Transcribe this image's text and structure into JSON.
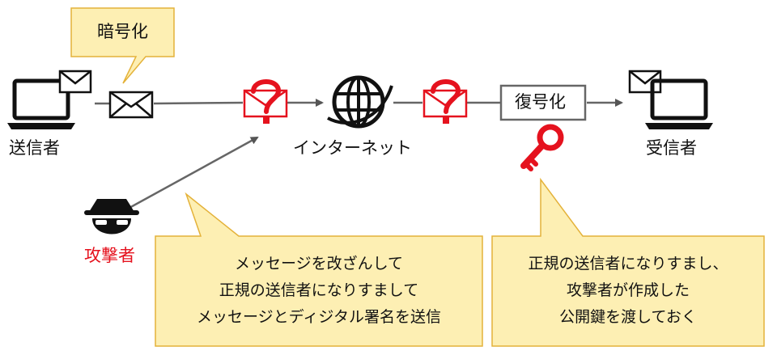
{
  "labels": {
    "sender": "送信者",
    "receiver": "受信者",
    "internet": "インターネット",
    "attacker": "攻撃者",
    "encrypt": "暗号化",
    "decrypt": "復号化"
  },
  "callouts": {
    "attacker_lines": [
      "メッセージを改ざんして",
      "正規の送信者になりすまして",
      "メッセージとディジタル署名を送信"
    ],
    "key_lines": [
      "正規の送信者になりすまし、",
      "攻撃者が作成した",
      "公開鍵を渡しておく"
    ]
  },
  "icons": [
    "laptop-icon",
    "envelope-icon",
    "question-mark-icon",
    "globe-icon",
    "key-icon",
    "spy-icon"
  ],
  "colors": {
    "callout_fill": "#fdefb3",
    "callout_stroke": "#e4b23a",
    "alert_red": "#e5121e",
    "arrow_gray": "#555555",
    "box_stroke": "#666666"
  }
}
